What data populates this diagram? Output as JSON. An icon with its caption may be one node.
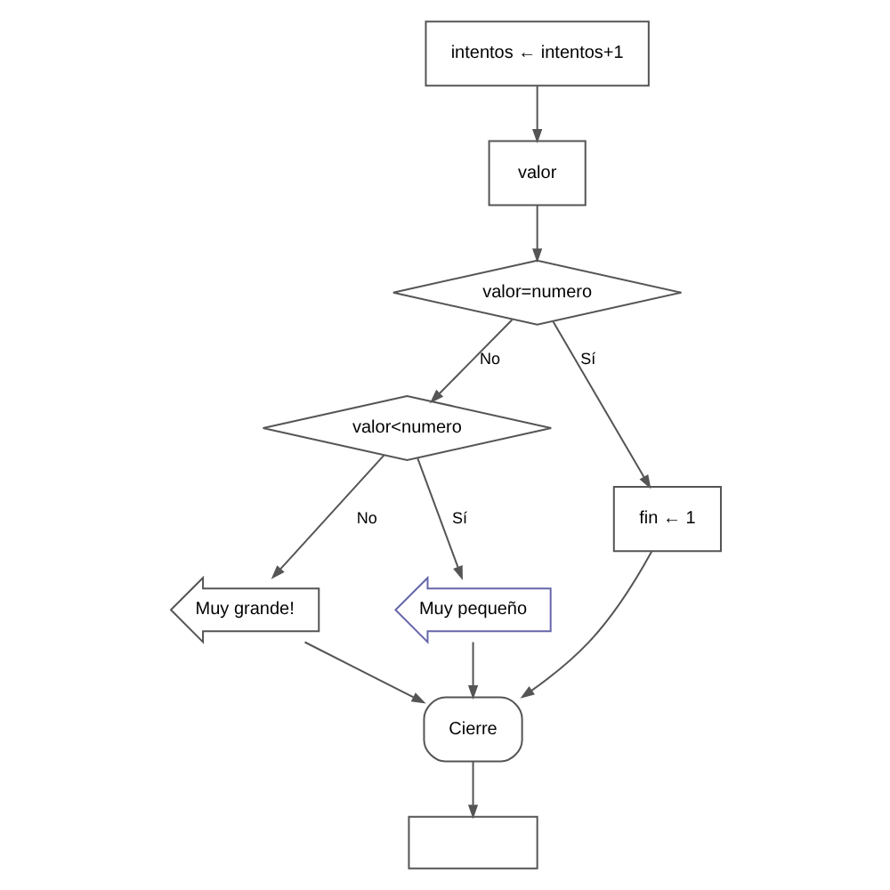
{
  "diagram": {
    "nodes": [
      {
        "text": [
          "intentos ← intentos+1"
        ]
      },
      {
        "text": [
          "valor"
        ]
      },
      {
        "text": [
          "valor=numero"
        ]
      },
      {
        "text": [
          "valor<numero"
        ]
      },
      {
        "text": [
          "fin ← 1"
        ]
      },
      {
        "text": [
          "Muy grande!"
        ]
      },
      {
        "text": [
          "Muy pequeño"
        ]
      },
      {
        "text": [
          "Cierre"
        ]
      },
      {
        "text": [],
        "shape": "box"
      }
    ],
    "edges": [
      {
        "from": 0,
        "to": 1,
        "arrow": "to"
      },
      {
        "from": 1,
        "to": 2,
        "arrow": "to"
      },
      {
        "from": 2,
        "to": 3,
        "label": "No",
        "arrow": "to"
      },
      {
        "from": 2,
        "to": 4,
        "label": "Sí",
        "arrow": "to"
      },
      {
        "from": 3,
        "to": 5,
        "label": "No",
        "arrow": "to"
      },
      {
        "from": 3,
        "to": 6,
        "label": "Sí",
        "arrow": "to"
      },
      {
        "from": 5,
        "to": 7,
        "arrow": "to"
      },
      {
        "from": 6,
        "to": 7,
        "arrow": "to"
      },
      {
        "from": 4,
        "to": 7,
        "arrow": "to"
      },
      {
        "from": 7,
        "to": 8,
        "arrow": "to"
      }
    ]
  }
}
